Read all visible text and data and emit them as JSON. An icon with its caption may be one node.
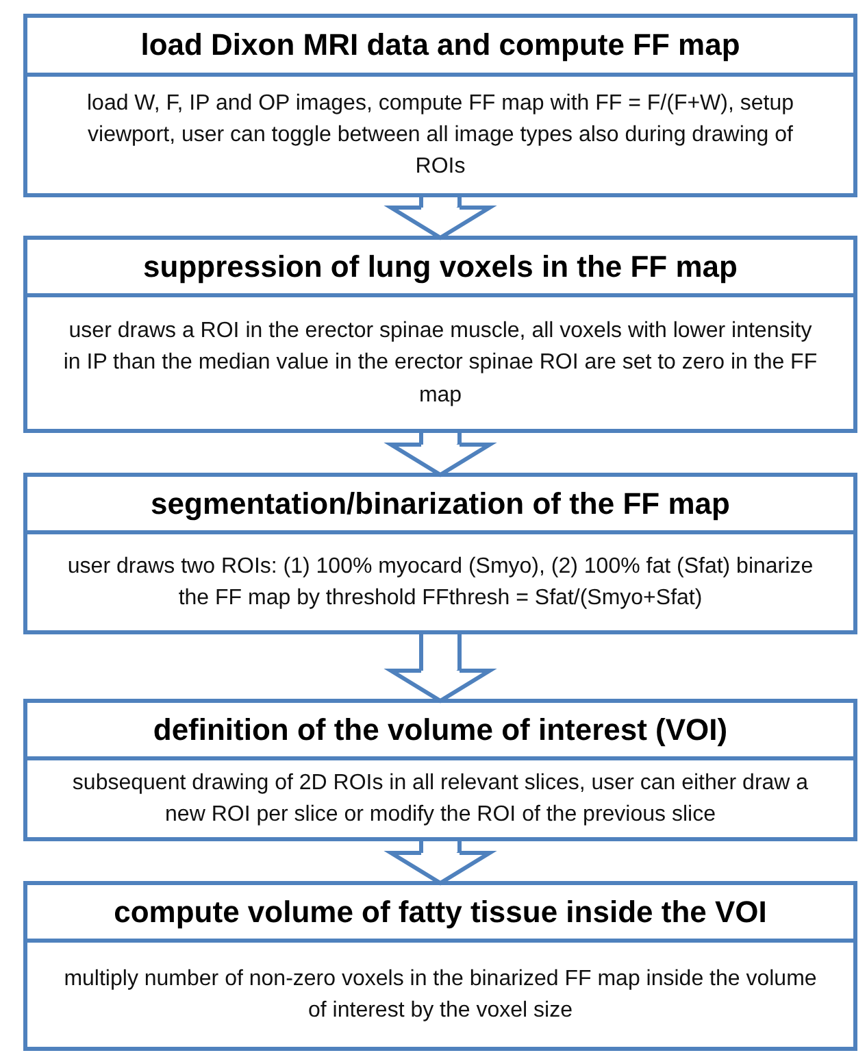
{
  "diagram": {
    "nodes": [
      {
        "text": [
          "load Dixon MRI data and compute FF map",
          "load W, F, IP and OP images, compute FF map with FF = F/(F+W), setup viewport, user can toggle between all image types also during drawing of ROIs"
        ]
      },
      {
        "text": [
          "suppression of lung voxels in the FF map",
          "user draws a ROI in the erector spinae muscle, all voxels with lower intensity in IP than the median value in the erector spinae ROI are set to zero in the FF map"
        ]
      },
      {
        "text": [
          "segmentation/binarization of the FF map",
          "user draws two ROIs: (1) 100% myocard (Smyo), (2) 100% fat (Sfat) binarize the FF map by threshold FFthresh = Sfat/(Smyo+Sfat)"
        ]
      },
      {
        "text": [
          "definition of the volume of interest (VOI)",
          "subsequent drawing of 2D ROIs in all relevant slices, user can either draw a new ROI per slice or modify the ROI of the previous slice"
        ]
      },
      {
        "text": [
          "compute volume of fatty tissue inside the VOI",
          "multiply number of non-zero voxels in the binarized FF map inside the volume of interest by the voxel size"
        ]
      }
    ],
    "edges": [
      {
        "from": 0,
        "to": 1,
        "arrow": "to"
      },
      {
        "from": 1,
        "to": 2,
        "arrow": "to"
      },
      {
        "from": 2,
        "to": 3,
        "arrow": "to"
      },
      {
        "from": 3,
        "to": 4,
        "arrow": "to"
      }
    ]
  }
}
